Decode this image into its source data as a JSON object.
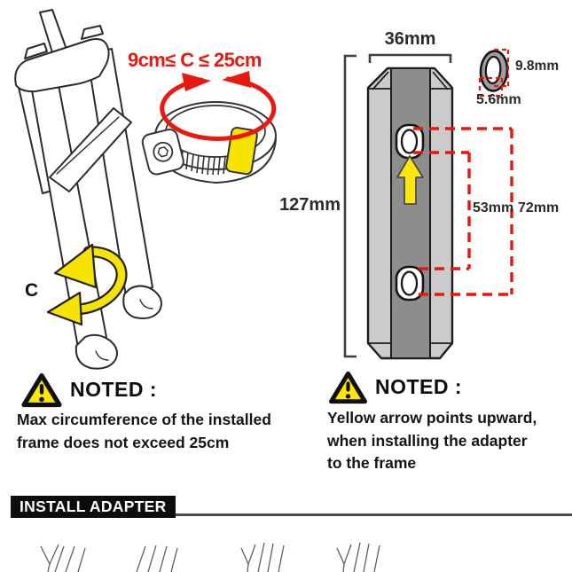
{
  "illustration": {
    "clamp_range_label": "9cm≤ C ≤ 25cm",
    "circumference_letter": "C"
  },
  "adapter_diagram": {
    "width": "36mm",
    "height": "127mm",
    "slot_height": "9.8mm",
    "slot_width": "5.6mm",
    "hole_spacing_inner": "53mm",
    "hole_spacing_outer": "72mm"
  },
  "notes": [
    {
      "heading": "NOTED :",
      "lines": [
        "Max circumference of the installed",
        "frame does not exceed 25cm",
        ""
      ]
    },
    {
      "heading": "NOTED :",
      "lines": [
        "Yellow arrow points upward,",
        "when installing the adapter",
        "to the frame"
      ]
    }
  ],
  "install_section": {
    "title": "INSTALL ADAPTER"
  },
  "colors": {
    "accent_red": "#e8190f",
    "highlight_yellow": "#f6e400",
    "adapter_rail_gray": "#cbcbcb",
    "adapter_center_gray": "#8d8d8d",
    "banner_black": "#0d0d0d",
    "divider_gray": "#4d4d4d"
  }
}
